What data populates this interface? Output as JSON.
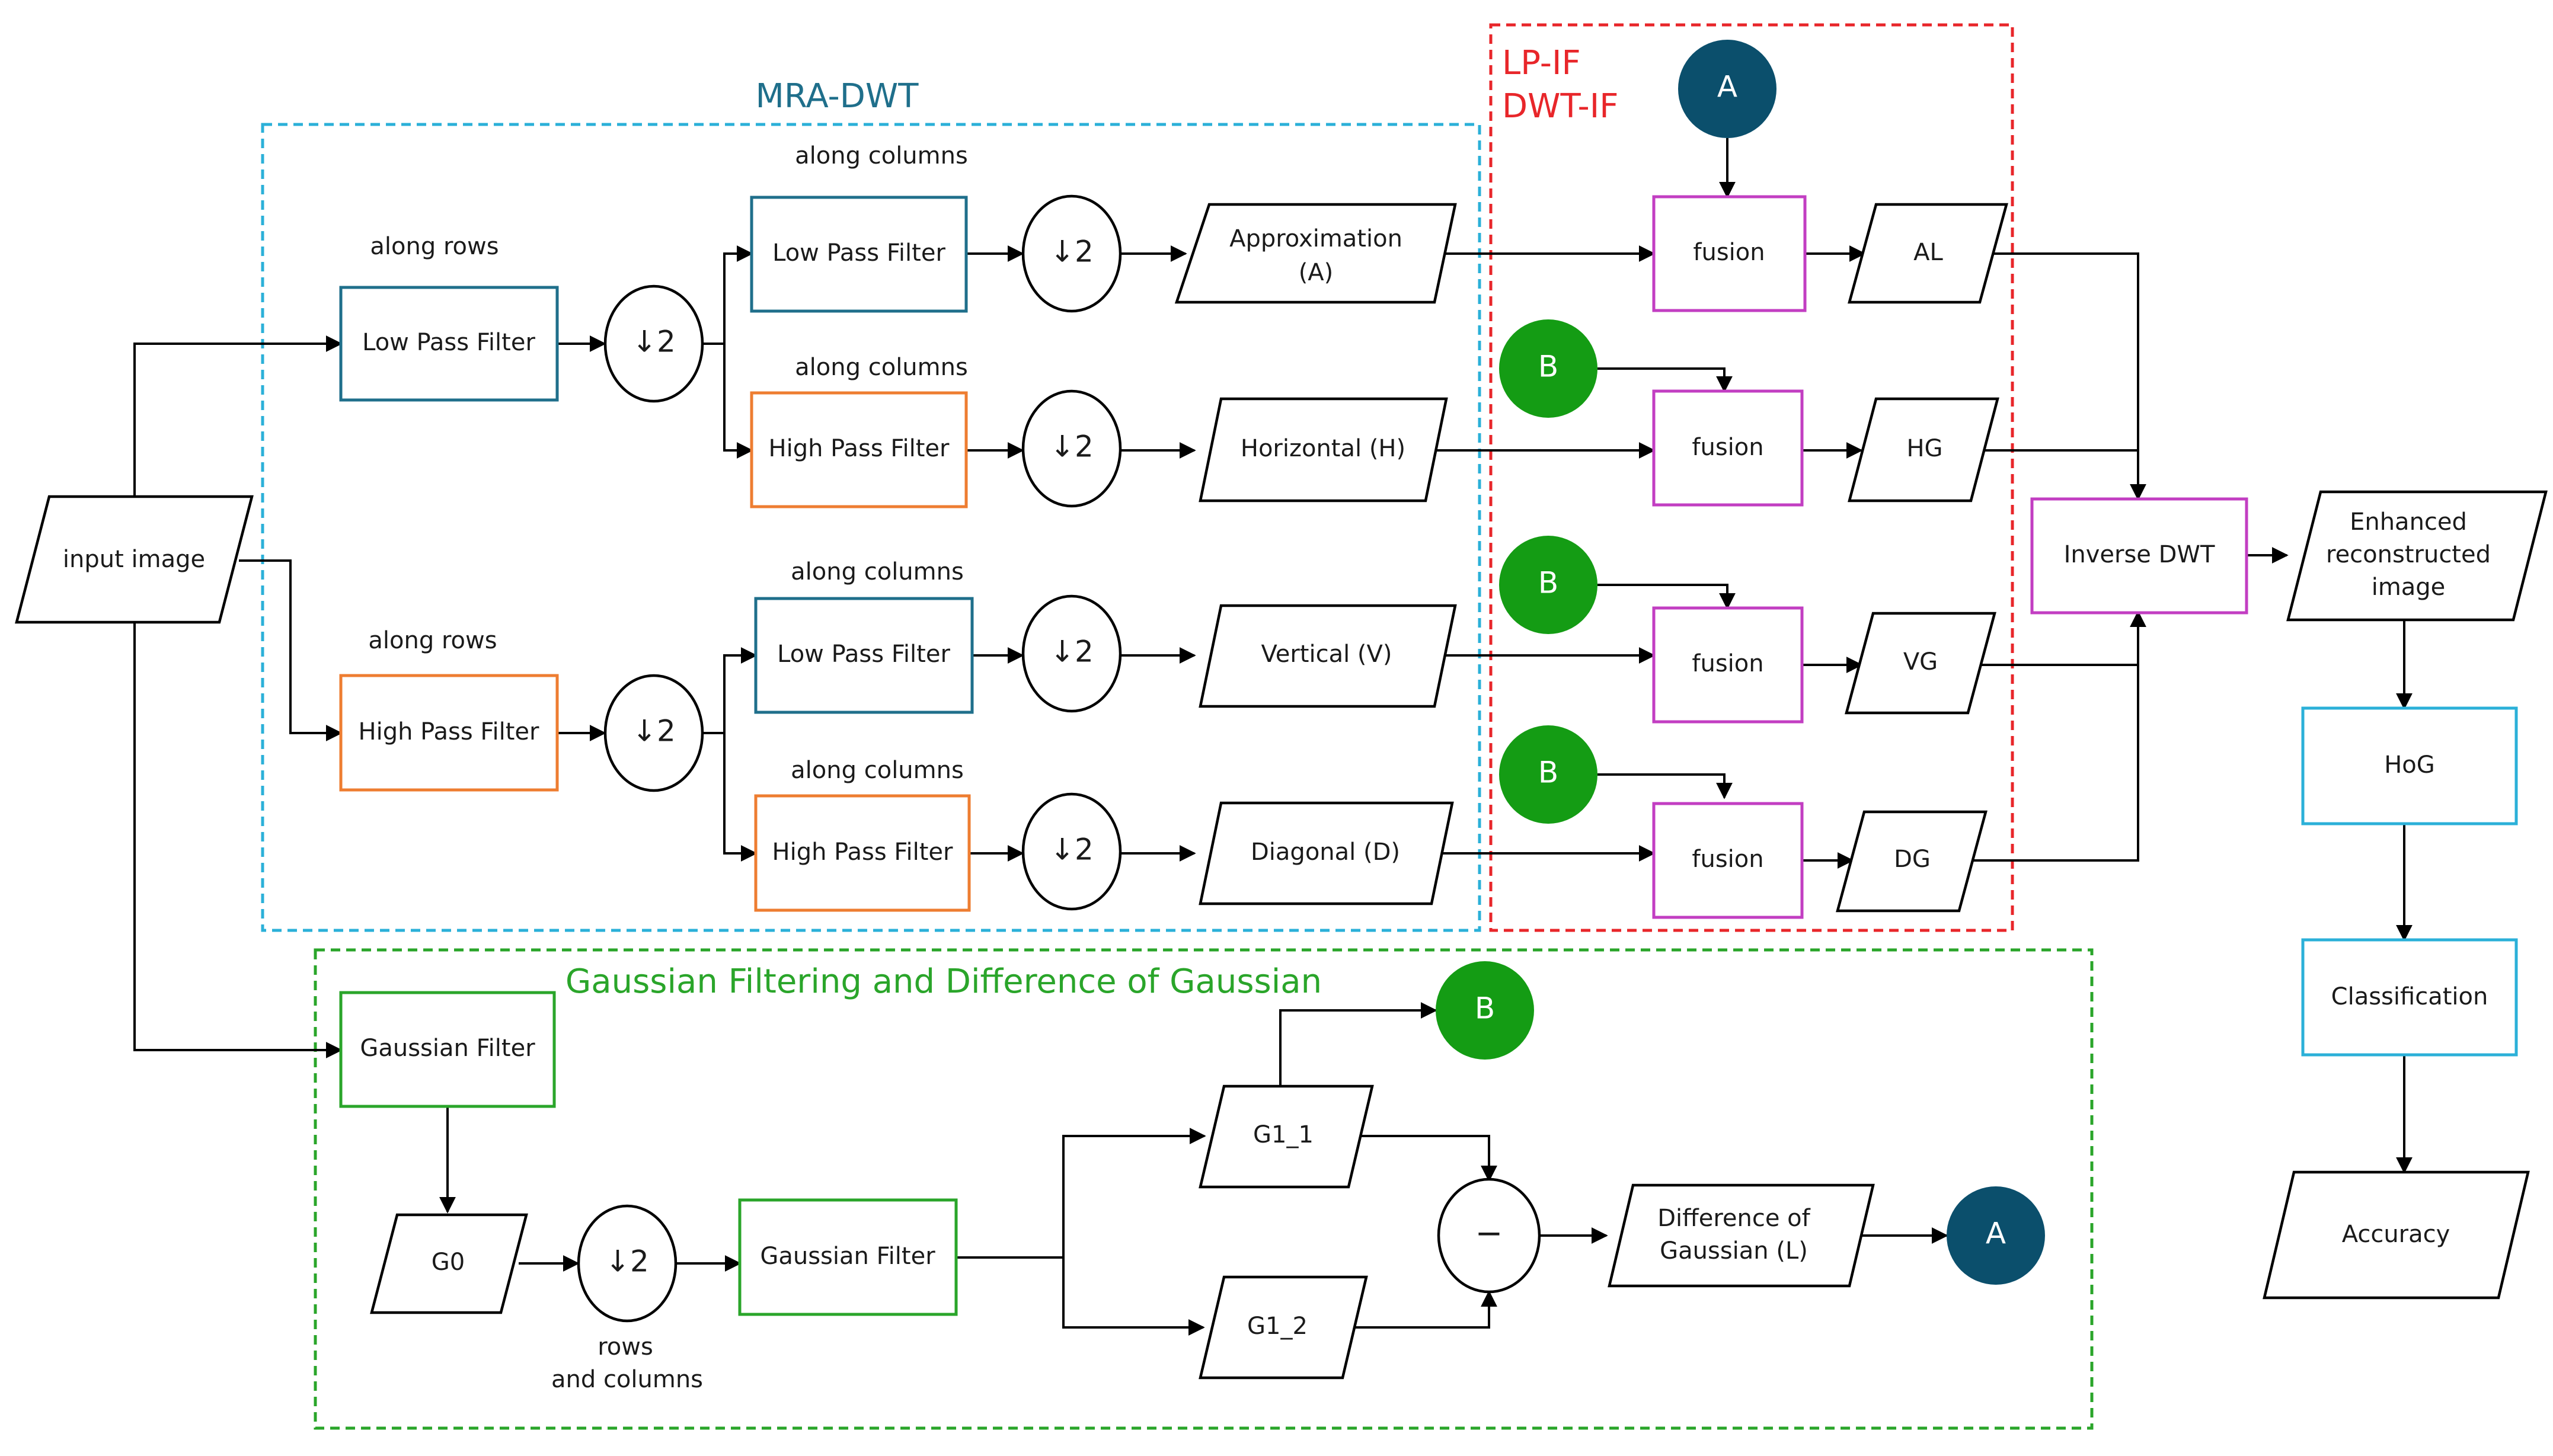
{
  "groups": {
    "mra": "MRA-DWT",
    "lp_if": "LP-IF",
    "dwt_if": "DWT-IF",
    "gauss": "Gaussian Filtering and Difference of Gaussian"
  },
  "notes": {
    "along_rows_1": "along rows",
    "along_rows_2": "along rows",
    "along_cols_1": "along columns",
    "along_cols_2": "along columns",
    "along_cols_3": "along columns",
    "along_cols_4": "along columns",
    "rows": "rows",
    "and_columns": "and columns"
  },
  "blocks": {
    "input_image": "input image",
    "lpf_rows": "Low Pass Filter",
    "hpf_rows": "High Pass Filter",
    "lpf_col_a": "Low Pass Filter",
    "hpf_col_h": "High Pass Filter",
    "lpf_col_v": "Low Pass Filter",
    "hpf_col_d": "High Pass Filter",
    "approx_line1": "Approximation",
    "approx_line2": "(A)",
    "horizontal": "Horizontal (H)",
    "vertical": "Vertical (V)",
    "diagonal": "Diagonal (D)",
    "fusion_1": "fusion",
    "fusion_2": "fusion",
    "fusion_3": "fusion",
    "fusion_4": "fusion",
    "al": "AL",
    "hg": "HG",
    "vg": "VG",
    "dg": "DG",
    "inverse_dwt": "Inverse DWT",
    "enhanced_1": "Enhanced",
    "enhanced_2": "reconstructed",
    "enhanced_3": "image",
    "hog": "HoG",
    "classification": "Classification",
    "accuracy": "Accuracy",
    "gauss_filter_1": "Gaussian Filter",
    "g0": "G0",
    "gauss_filter_2": "Gaussian Filter",
    "g1_1": "G1_1",
    "g1_2": "G1_2",
    "dog_line1": "Difference of",
    "dog_line2": "Gaussian (L)",
    "minus": "−"
  },
  "downsample": "↓2",
  "connectors": {
    "a": "A",
    "b": "B"
  },
  "colors": {
    "low_pass": "#1f6f8b",
    "high_pass": "#ee7d31",
    "gaussian": "#2aa52a",
    "fusion": "#c23ec2",
    "hog_chain": "#2bb0d8",
    "connector_a": "#0b4f6c",
    "connector_b": "#149c14",
    "mra_border": "#2bb0d8",
    "lpif_border": "#e8262a",
    "gauss_border": "#2aa52a"
  }
}
